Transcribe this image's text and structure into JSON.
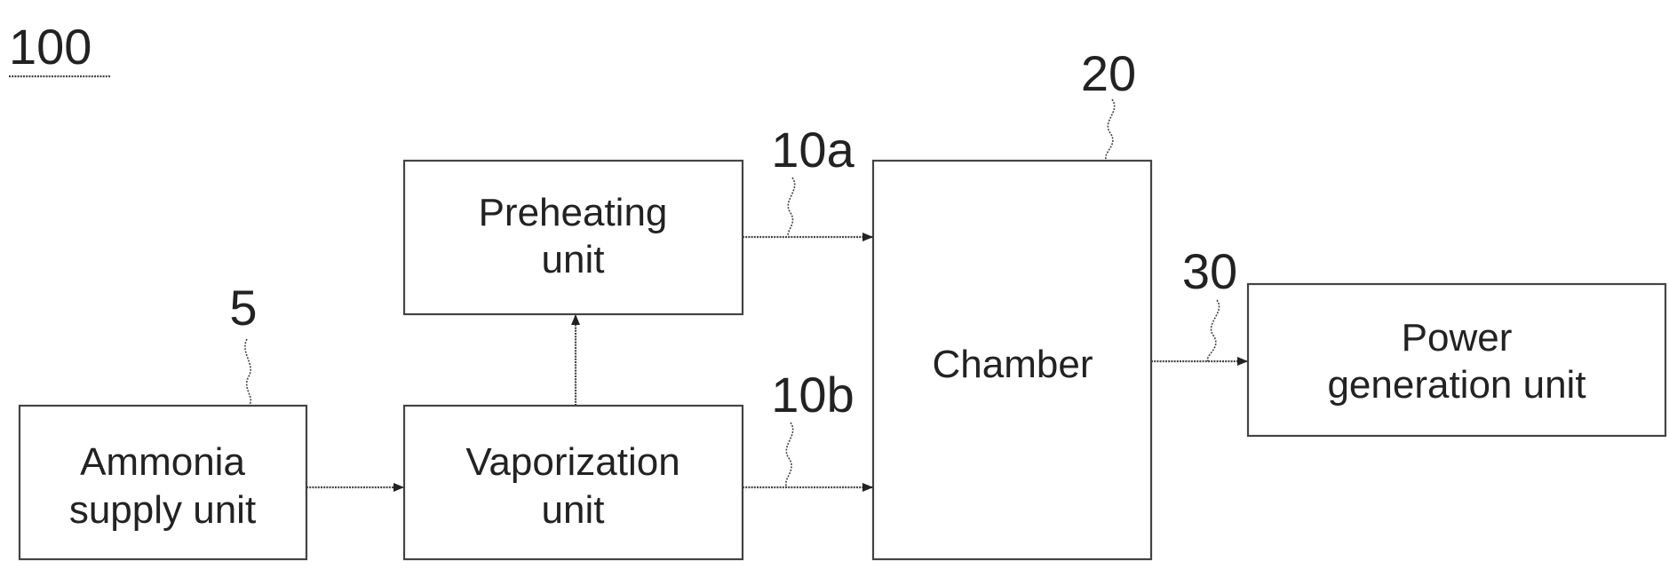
{
  "figure_ref": "100",
  "blocks": {
    "ammonia_supply": {
      "ref": "5",
      "lines": [
        "Ammonia",
        "supply unit"
      ]
    },
    "vaporization": {
      "lines": [
        "Vaporization",
        "unit"
      ]
    },
    "preheating": {
      "lines": [
        "Preheating",
        "unit"
      ]
    },
    "chamber": {
      "ref": "20",
      "lines": [
        "Chamber"
      ]
    },
    "power_generation": {
      "lines": [
        "Power",
        "generation unit"
      ]
    }
  },
  "connections": [
    {
      "from": "ammonia_supply",
      "to": "vaporization"
    },
    {
      "from": "vaporization",
      "to": "preheating"
    },
    {
      "from": "preheating",
      "to": "chamber",
      "ref": "10a"
    },
    {
      "from": "vaporization",
      "to": "chamber",
      "ref": "10b"
    },
    {
      "from": "chamber",
      "to": "power_generation",
      "ref": "30"
    }
  ]
}
